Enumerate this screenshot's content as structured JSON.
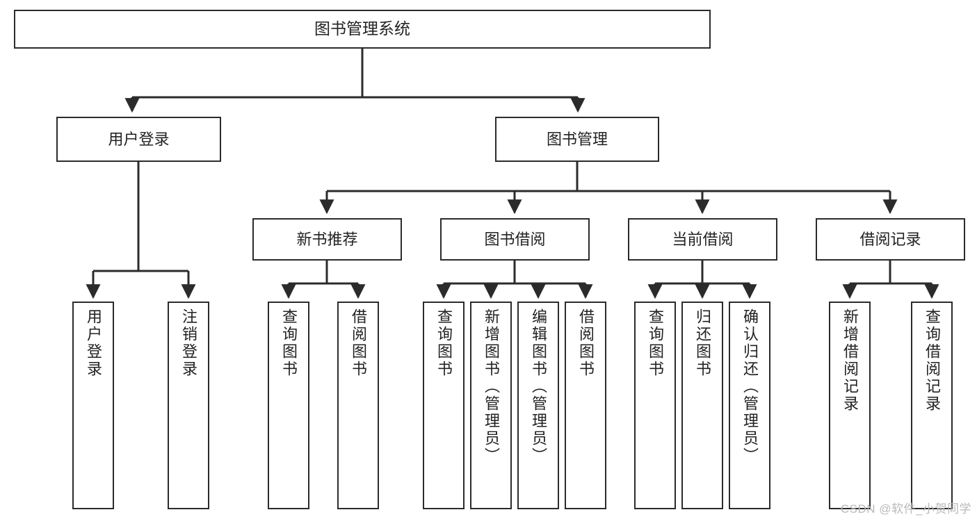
{
  "diagram": {
    "type": "tree",
    "title": "图书管理系统",
    "orientation": "top-down",
    "colors": {
      "background": "#ffffff",
      "box_border": "#2b2b2b",
      "box_fill": "#ffffff",
      "text": "#222222",
      "edge": "#2b2b2b",
      "watermark": "#b9b9b9"
    },
    "root": {
      "label": "图书管理系统"
    },
    "level2": [
      {
        "label": "用户登录"
      },
      {
        "label": "图书管理"
      }
    ],
    "level3": [
      {
        "label": "新书推荐"
      },
      {
        "label": "图书借阅"
      },
      {
        "label": "当前借阅"
      },
      {
        "label": "借阅记录"
      }
    ],
    "leaves": [
      {
        "label": "用户登录",
        "parent": "用户登录"
      },
      {
        "label": "注销登录",
        "parent": "用户登录"
      },
      {
        "label": "查询图书",
        "parent": "新书推荐"
      },
      {
        "label": "借阅图书",
        "parent": "新书推荐"
      },
      {
        "label": "查询图书",
        "parent": "图书借阅"
      },
      {
        "label": "新增图书（管理员）",
        "parent": "图书借阅"
      },
      {
        "label": "编辑图书（管理员）",
        "parent": "图书借阅"
      },
      {
        "label": "借阅图书",
        "parent": "图书借阅"
      },
      {
        "label": "查询图书",
        "parent": "当前借阅"
      },
      {
        "label": "归还图书",
        "parent": "当前借阅"
      },
      {
        "label": "确认归还（管理员）",
        "parent": "当前借阅"
      },
      {
        "label": "新增借阅记录",
        "parent": "借阅记录"
      },
      {
        "label": "查询借阅记录",
        "parent": "借阅记录"
      }
    ]
  },
  "watermark": {
    "text": "CSDN @软件_小贺同学"
  }
}
